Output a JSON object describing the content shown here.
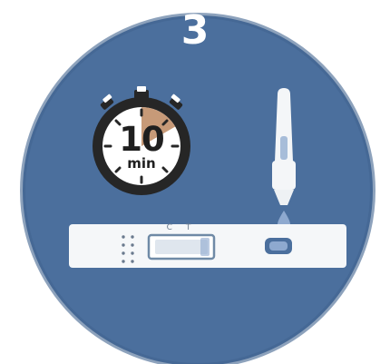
{
  "step": {
    "number": "3"
  },
  "timer": {
    "value": "10",
    "unit": "min"
  },
  "test_cassette": {
    "control_test_markers": "C T"
  },
  "icons": [
    "stopwatch-icon",
    "dropper-bottle-icon",
    "drop-icon",
    "test-cassette-icon"
  ],
  "colors": {
    "background_circle": "#4b6f9d",
    "timer_ring": "#262626",
    "timer_progress": "#c79a78",
    "cassette": "#f5f7f9",
    "dropper": "#f4f6f8",
    "drop": "#8ea9cf"
  }
}
